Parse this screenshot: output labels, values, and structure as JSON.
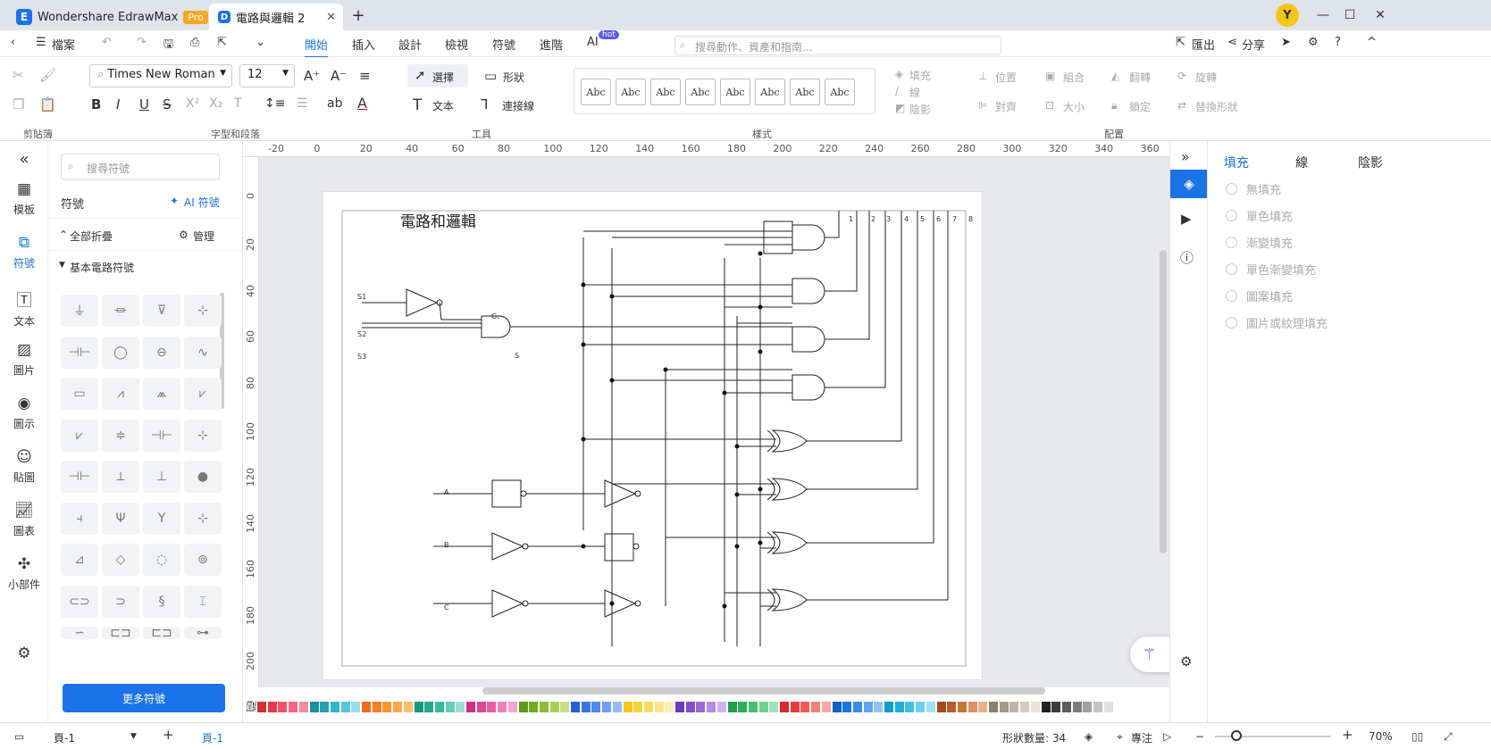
{
  "window": {
    "app_tab": "Wondershare EdrawMax",
    "app_badge": "Pro",
    "doc_tab": "電路與邏輯 2",
    "avatar": "Y"
  },
  "menu": {
    "file": "檔案",
    "items": [
      "開始",
      "插入",
      "設計",
      "檢視",
      "符號",
      "進階",
      "AI"
    ],
    "ai_badge": "hot",
    "search_placeholder": "搜尋動作、資產和指南...",
    "export": "匯出",
    "share": "分享"
  },
  "ribbon": {
    "font_name": "Times New Roman",
    "font_size": "12",
    "select": "選擇",
    "shape": "形狀",
    "text": "文本",
    "connector": "連接線",
    "fill": "填充",
    "line": "線",
    "shadow": "陰影",
    "position": "位置",
    "group": "組合",
    "flip": "翻轉",
    "rotate": "旋轉",
    "align": "對齊",
    "size": "大小",
    "lock": "鎖定",
    "replace": "替換形狀",
    "abc": [
      "Abc",
      "Abc",
      "Abc",
      "Abc",
      "Abc",
      "Abc",
      "Abc",
      "Abc"
    ],
    "groups": {
      "clipboard": "剪貼簿",
      "font": "字型和段落",
      "tools": "工具",
      "style": "樣式",
      "arrange": "配置"
    }
  },
  "left_rail": [
    "模板",
    "符號",
    "文本",
    "圖片",
    "圖示",
    "貼圖",
    "圖表",
    "小部件"
  ],
  "symbols": {
    "search_placeholder": "搜尋符號",
    "title": "符號",
    "ai_symbols": "AI 符號",
    "collapse_all": "全部折疊",
    "manage": "管理",
    "category": "基本電路符號",
    "more": "更多符號"
  },
  "ruler": {
    "h": [
      "-20",
      "0",
      "20",
      "40",
      "60",
      "80",
      "100",
      "120",
      "140",
      "160",
      "180",
      "200",
      "220",
      "240",
      "260",
      "280",
      "300",
      "320",
      "340",
      "360"
    ],
    "v": [
      "0",
      "20",
      "40",
      "60",
      "80",
      "100",
      "120",
      "140",
      "160",
      "180",
      "200"
    ]
  },
  "diagram": {
    "title": "電路和邏輯",
    "inputs": [
      "S1",
      "S2",
      "S3"
    ],
    "gate_label": "G₁",
    "s_label": "S",
    "abc_inputs": [
      "A",
      "B",
      "C"
    ],
    "outputs": [
      "1",
      "2",
      "3",
      "4",
      "5",
      "6",
      "7",
      "8"
    ]
  },
  "right_panel": {
    "tabs": [
      "填充",
      "線",
      "陰影"
    ],
    "options": [
      "無填充",
      "單色填充",
      "漸變填充",
      "單色漸變填充",
      "圖案填充",
      "圖片或紋理填充"
    ]
  },
  "status": {
    "page_select": "頁-1",
    "page_tab": "頁-1",
    "shape_count": "形狀數量: 34",
    "focus": "專注",
    "zoom": "70%"
  },
  "colors": {
    "accent": "#1a73e8"
  }
}
